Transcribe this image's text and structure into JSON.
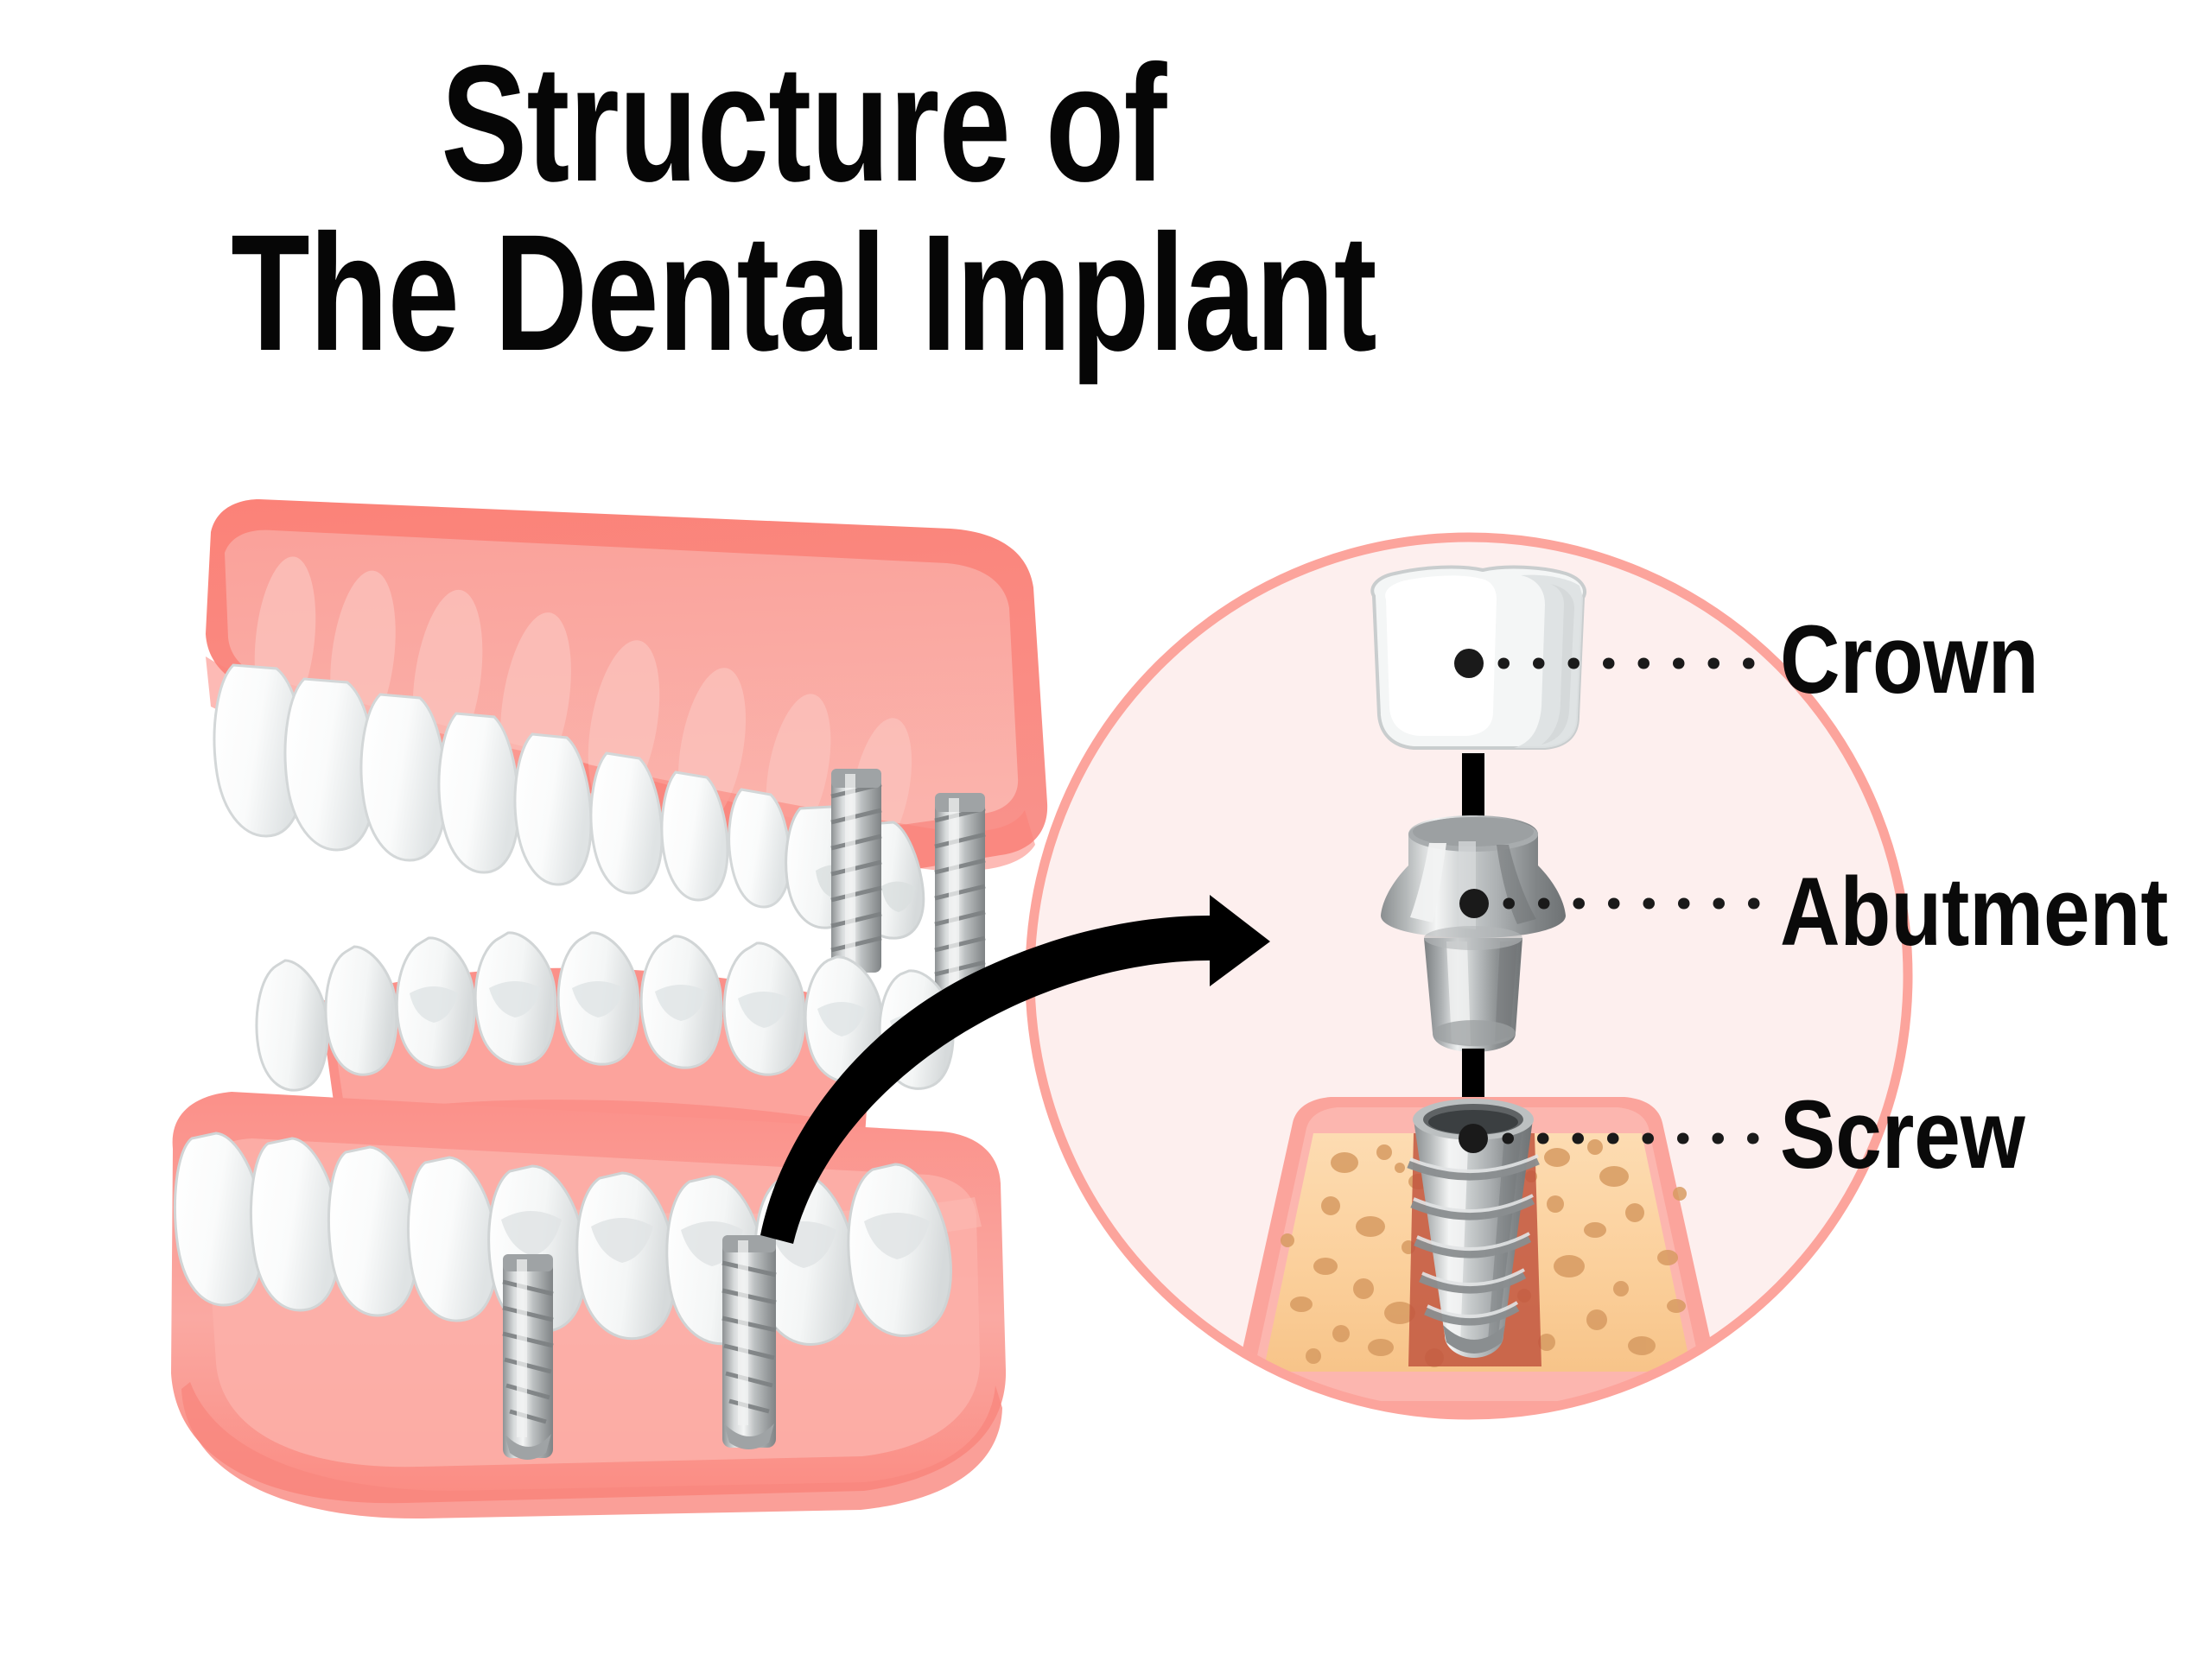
{
  "title": {
    "line1": "Structure of",
    "line2": "The Dental Implant"
  },
  "diagram": {
    "type": "anatomical-exploded-diagram",
    "subject": "dental implant",
    "left_panel": {
      "name": "open-jaw-model",
      "parts": [
        "upper-denture-arch",
        "lower-denture-arch"
      ],
      "upper_arch_implant_screws": 2,
      "lower_arch_implant_screws": 2,
      "teeth_visible_upper": 10,
      "teeth_visible_lower": 12
    },
    "magnifier": {
      "name": "magnified-detail-circle",
      "connector": "curved-arrow-from-lower-molar",
      "exploded_parts_top_to_bottom": [
        "Crown",
        "Abutment",
        "Screw"
      ],
      "assembly_arrows": 2,
      "substrate_layers": [
        "gum-tissue",
        "jaw-bone"
      ]
    },
    "callouts": [
      {
        "id": "crown",
        "label": "Crown",
        "leader": "dotted-line",
        "target": "crown-part"
      },
      {
        "id": "abutment",
        "label": "Abutment",
        "leader": "dotted-line",
        "target": "abutment-part"
      },
      {
        "id": "screw",
        "label": "Screw",
        "leader": "dotted-line",
        "target": "screw-part"
      }
    ]
  },
  "colors": {
    "background": "#ffffff",
    "title_text": "#060606",
    "label_text": "#0a0a0a",
    "gum_dark": "#FB8278",
    "gum_mid": "#F99A93",
    "gum_light": "#FCB3AC",
    "gum_pale": "#FDC8C2",
    "circle_fill": "#FDEFEE",
    "circle_border": "#FCA49C",
    "tooth_white": "#FFFFFF",
    "tooth_shadow": "#E4E7E8",
    "tooth_outline": "#C9CDCE",
    "metal_light": "#F2F3F3",
    "metal_mid": "#B9BCBD",
    "metal_dark": "#7E8284",
    "metal_shadow": "#5B5F61",
    "bone_fill": "#FBD3A2",
    "bone_speckle": "#D79B62",
    "bone_socket": "#C2563F",
    "arrow_black": "#000000",
    "leader_dot": "#1A1A1A"
  }
}
